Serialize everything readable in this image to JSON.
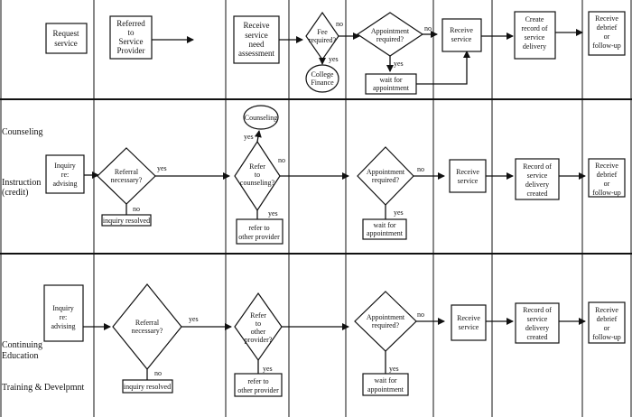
{
  "lanes": {
    "counseling": "Counseling",
    "instruction": [
      "Instruction",
      "(credit)"
    ],
    "continuing": [
      "Continuing",
      "Education"
    ],
    "training": "Training & Develpmnt"
  },
  "row1": {
    "request": [
      "Request",
      "service"
    ],
    "referred": [
      "Referred",
      "to",
      "Service",
      "Provider"
    ],
    "need": [
      "Receive",
      "service",
      "need",
      "assessment"
    ],
    "fee": [
      "Fee",
      "required?"
    ],
    "fee_no": "no",
    "fee_yes": "yes",
    "finance": [
      "College",
      "Finance"
    ],
    "appt": [
      "Appointment",
      "required?"
    ],
    "appt_no": "no",
    "appt_yes": "yes",
    "wait": [
      "wait for",
      "appointment"
    ],
    "receive": [
      "Receive",
      "service"
    ],
    "record": [
      "Create",
      "record of",
      "service",
      "delivery"
    ],
    "debrief": [
      "Receive",
      "debrief",
      "or",
      "follow-up"
    ]
  },
  "row2": {
    "counseling_oval": "Counseling",
    "inquiry": [
      "Inquiry",
      "re:",
      "advising"
    ],
    "referral": [
      "Referral",
      "necessary?"
    ],
    "ref_yes": "yes",
    "ref_no": "no",
    "resolved": "inquiry resolved",
    "refer": [
      "Refer",
      "to",
      "counseling?"
    ],
    "refer_yes": "yes",
    "refer_no": "no",
    "refer_yes2": "yes",
    "other": [
      "refer to",
      "other provider"
    ],
    "appt": [
      "Appointment",
      "required?"
    ],
    "appt_no": "no",
    "appt_yes": "yes",
    "wait": [
      "wait for",
      "appointment"
    ],
    "receive": [
      "Receive",
      "service"
    ],
    "record": [
      "Record of",
      "service",
      "delivery",
      "created"
    ],
    "debrief": [
      "Receive",
      "debrief",
      "or",
      "follow-up"
    ]
  },
  "row3": {
    "inquiry": [
      "Inquiry",
      "re:",
      "advising"
    ],
    "referral": [
      "Referral",
      "necessary?"
    ],
    "ref_yes": "yes",
    "ref_no": "no",
    "resolved": "inquiry resolved",
    "refer": [
      "Refer",
      "to",
      "other",
      "provider?"
    ],
    "refer_yes": "yes",
    "other": [
      "refer to",
      "other provider"
    ],
    "appt": [
      "Appointment",
      "required?"
    ],
    "appt_no": "no",
    "appt_yes": "yes",
    "wait": [
      "wait for",
      "appointment"
    ],
    "receive": [
      "Receive",
      "service"
    ],
    "record": [
      "Record of",
      "service",
      "delivery",
      "created"
    ],
    "debrief": [
      "Receive",
      "debrief",
      "or",
      "follow-up"
    ]
  }
}
